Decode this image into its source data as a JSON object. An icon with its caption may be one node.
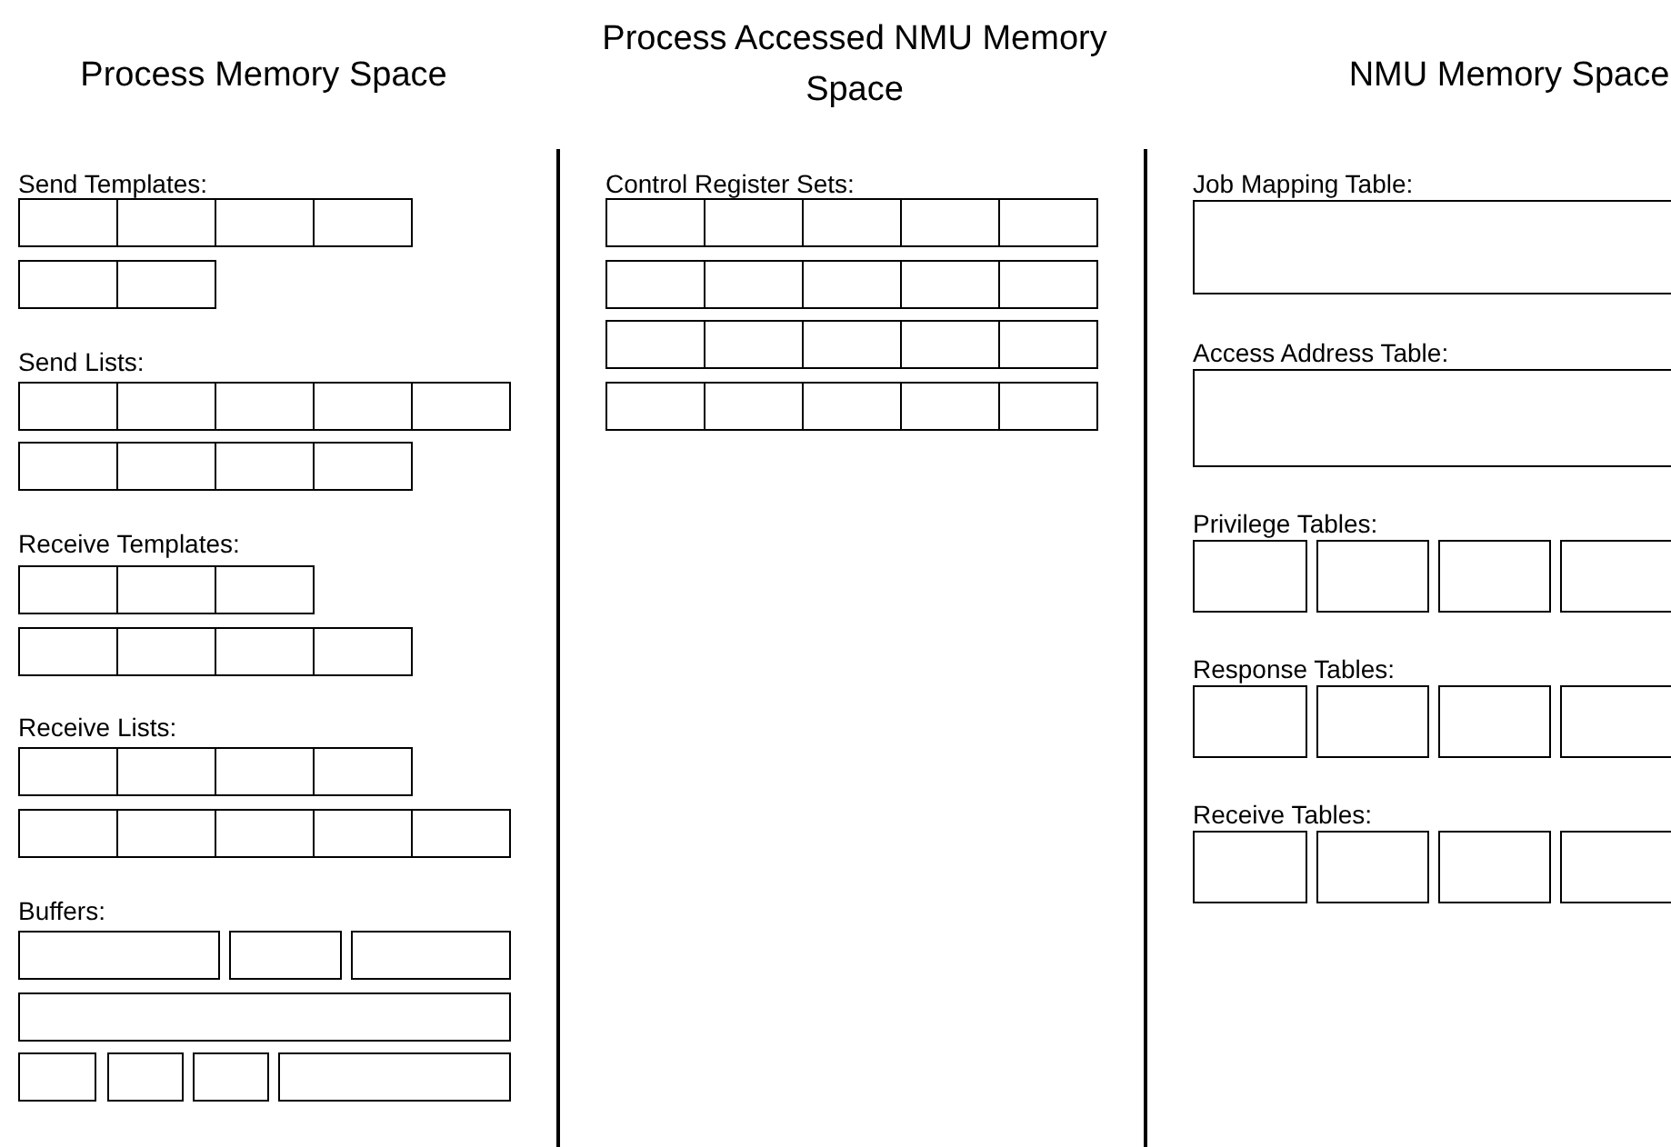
{
  "diagram": {
    "labels": [
      "Process Memory Space",
      "Process Accessed NMU Memory Space",
      "NMU Memory Space",
      "Send Templates:",
      "Send Lists:",
      "Receive Templates:",
      "Receive Lists:",
      "Buffers:",
      "Control Register Sets:",
      "Job Mapping Table:",
      "Access Address Table:",
      "Privilege Tables:",
      "Response Tables:",
      "Receive Tables:"
    ]
  }
}
